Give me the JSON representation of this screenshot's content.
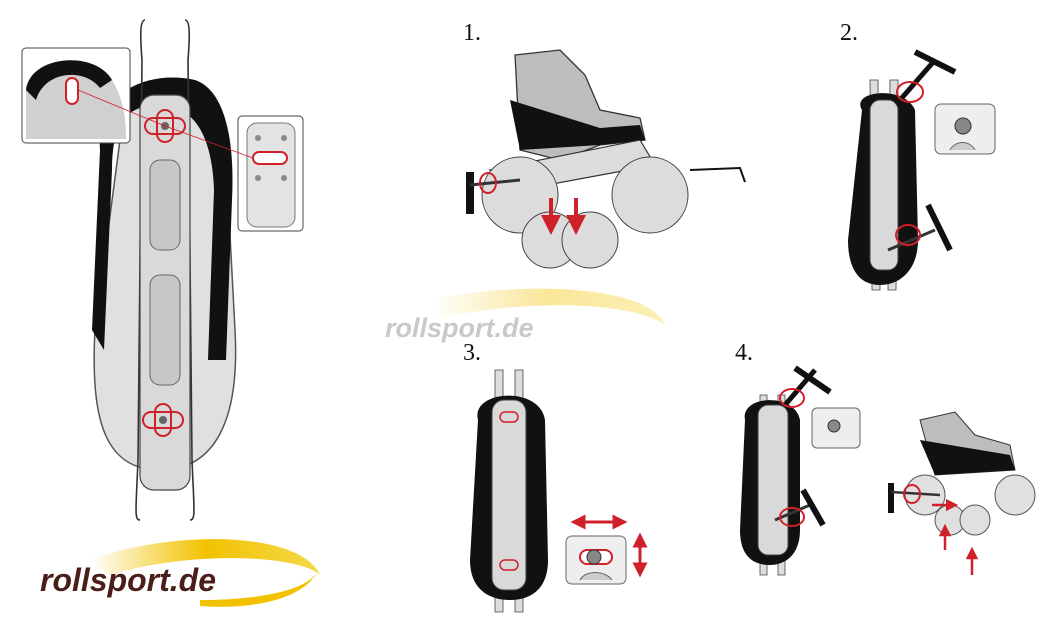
{
  "steps": {
    "s1": "1.",
    "s2": "2.",
    "s3": "3.",
    "s4": "4."
  },
  "logo": {
    "text": "rollsport.de"
  },
  "watermark": {
    "text": "rollsport.de"
  },
  "colors": {
    "accent": "#d0202a",
    "boot_black": "#111111",
    "frame_gray": "#d9d9d9",
    "logo_brown": "#4a1f1a",
    "swoosh_yellow": "#f2c200"
  },
  "icons": [
    "hex-key-icon",
    "rotate-arrow-icon",
    "move-arrow-icon"
  ]
}
